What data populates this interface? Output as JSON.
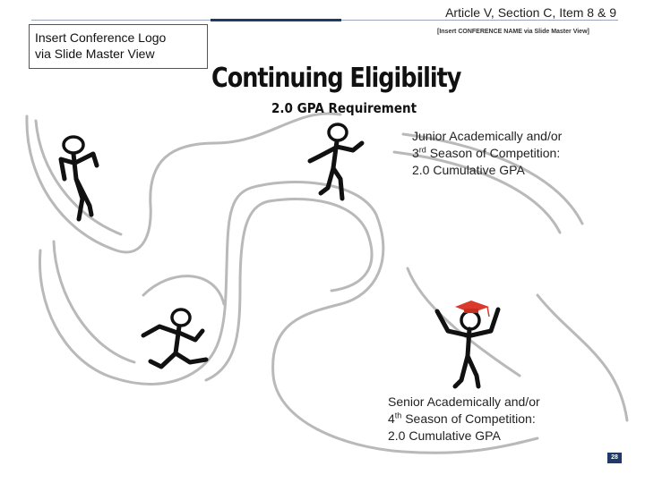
{
  "header": {
    "reference": "Article V, Section C, Item 8 & 9",
    "logo_placeholder_line1": "Insert Conference Logo",
    "logo_placeholder_line2": "via Slide Master View",
    "conference_name": "[Insert CONFERENCE NAME via Slide Master View]"
  },
  "slide": {
    "title": "Continuing Eligibility",
    "subtitle": "2.0 GPA Requirement"
  },
  "captions": {
    "junior": {
      "line1": "Junior Academically and/or",
      "line2_num": "3",
      "line2_sup": "rd",
      "line2_rest": " Season of Competition:",
      "line3": "2.0 Cumulative GPA"
    },
    "senior": {
      "line1": "Senior Academically and/or",
      "line2_num": "4",
      "line2_sup": "th",
      "line2_rest": " Season of Competition:",
      "line3": "2.0 Cumulative GPA"
    }
  },
  "footer": {
    "page_number": "28"
  },
  "colors": {
    "accent": "#1f3a68",
    "grad_cap": "#d93a2b"
  },
  "icons": [
    "winding-path-illustration",
    "stick-figure-icon",
    "graduation-cap-icon"
  ]
}
